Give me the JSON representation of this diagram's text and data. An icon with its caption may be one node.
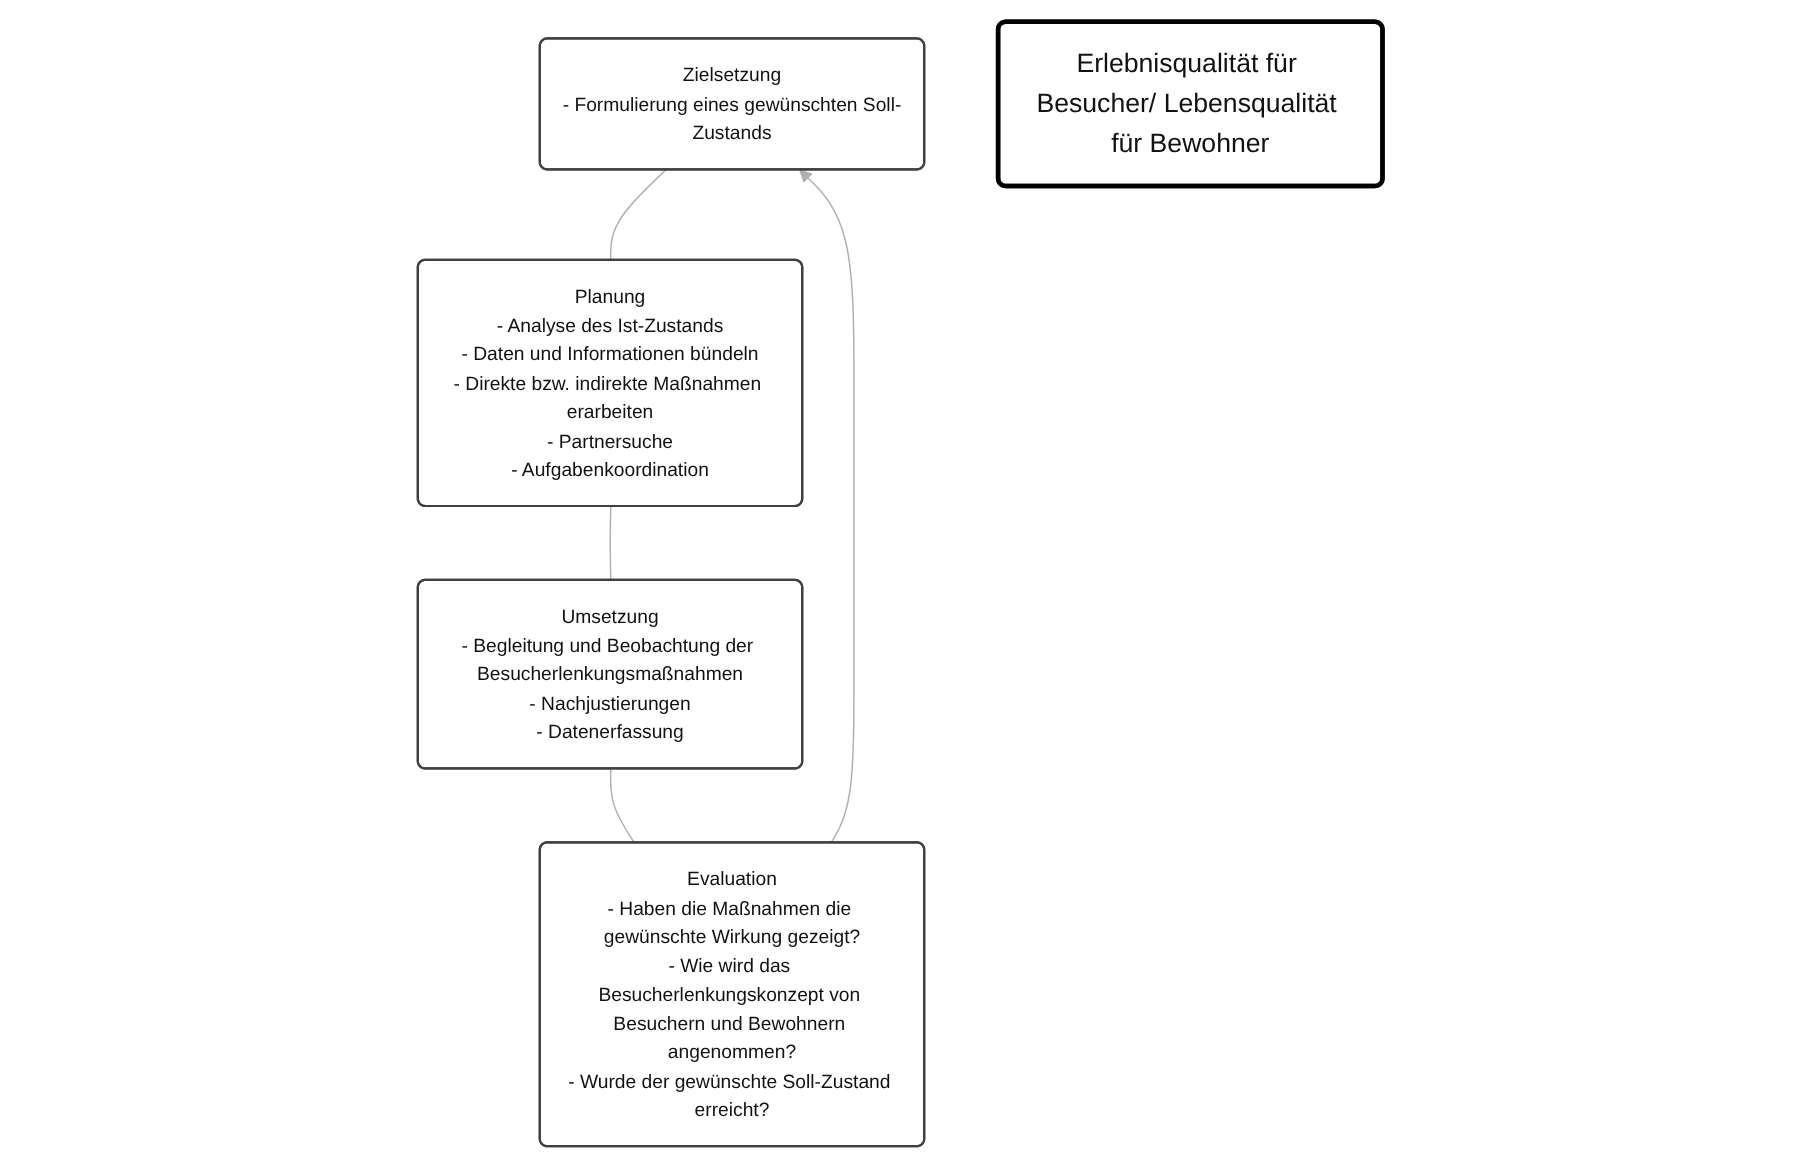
{
  "diagram": {
    "nodes": [
      {
        "text": [
          "Zielsetzung",
          "- Formulierung eines gewünschten Soll-Zustands"
        ]
      },
      {
        "text": [
          "Planung",
          "- Analyse des Ist-Zustands",
          "- Daten und Informationen bündeln",
          "- Direkte bzw. indirekte Maßnahmen erarbeiten",
          "- Partnersuche",
          "- Aufgabenkoordination"
        ]
      },
      {
        "text": [
          "Umsetzung",
          "- Begleitung und Beobachtung der Besucherlenkungsmaßnahmen",
          "- Nachjustierungen",
          "- Datenerfassung"
        ]
      },
      {
        "text": [
          "Evaluation",
          "- Haben die Maßnahmen die gewünschte Wirkung gezeigt?",
          "- Wie wird das Besucherlenkungskonzept von Besuchern und Bewohnern angenommen?",
          "- Wurde der gewünschte Soll-Zustand erreicht?"
        ]
      },
      {
        "text": [
          "Erlebnisqualität für Besucher/ Lebensqualität für Bewohner"
        ]
      }
    ],
    "edges": [
      {
        "from": 0,
        "to": 1,
        "arrow": "none"
      },
      {
        "from": 1,
        "to": 2,
        "arrow": "none"
      },
      {
        "from": 2,
        "to": 3,
        "arrow": "none"
      },
      {
        "from": 3,
        "to": 0,
        "arrow": "to"
      }
    ]
  }
}
